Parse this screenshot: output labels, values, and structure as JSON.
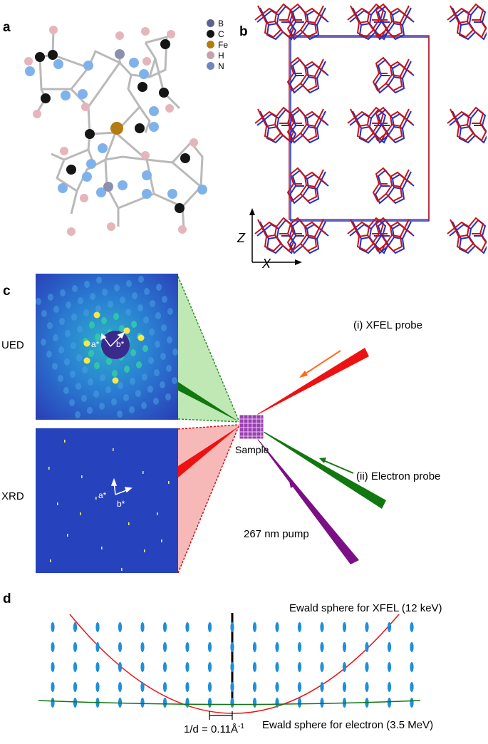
{
  "panels": {
    "a": "a",
    "b": "b",
    "c": "c",
    "d": "d"
  },
  "legend": [
    {
      "symbol": "B",
      "color": "#5b6490"
    },
    {
      "symbol": "C",
      "color": "#151515"
    },
    {
      "symbol": "Fe",
      "color": "#b47a13"
    },
    {
      "symbol": "H",
      "color": "#c7a2a8"
    },
    {
      "symbol": "N",
      "color": "#6f86bd"
    }
  ],
  "axes": {
    "z": "Z",
    "x": "X"
  },
  "cell_colors": {
    "red": "#cc1111",
    "blue": "#1f2fc8"
  },
  "patterns": {
    "ued_label": "UED",
    "xrd_label": "XRD",
    "ued_a_star": "a*",
    "ued_b_star": "b*",
    "xrd_a_star": "a*",
    "xrd_b_star": "b*"
  },
  "experiment": {
    "xfel_probe": "(i) XFEL probe",
    "electron_probe": "(ii) Electron probe",
    "pump": "267 nm pump",
    "sample": "Sample",
    "colors": {
      "xfel": "#ee1111",
      "electron": "#117711",
      "pump": "#7b0f86"
    }
  },
  "ewald": {
    "xfel_label": "Ewald sphere for XFEL  (12 keV)",
    "electron_label": "Ewald sphere for electron  (3.5 MeV)",
    "scale_label": "1/d = 0.11Å",
    "scale_exponent": "-1"
  }
}
